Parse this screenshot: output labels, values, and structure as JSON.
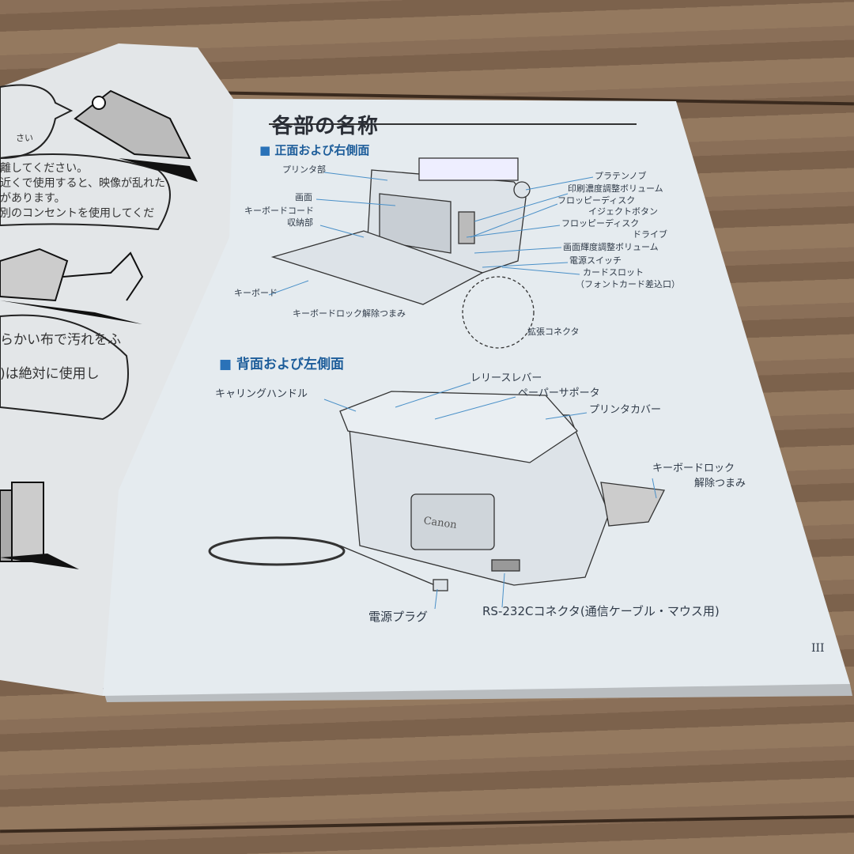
{
  "left_page": {
    "lines": [
      "さい",
      "離してください。",
      "近くで使用すると、映像が乱れた",
      "があります。",
      "別のコンセントを使用してくだ",
      "らかい布で汚れをふ",
      ")は絶対に使用し"
    ]
  },
  "right_page": {
    "title": "各部の名称",
    "front_heading": "正面および右側面",
    "front_labels": [
      "プリンタ部",
      "画面",
      "キーボードコード",
      "収納部",
      "キーボード",
      "キーボードロック解除つまみ",
      "拡張コネクタ",
      "プラテンノブ",
      "印刷濃度調整ボリューム",
      "フロッピーディスク",
      "イジェクトボタン",
      "フロッピーディスク",
      "ドライブ",
      "画面輝度調整ボリューム",
      "電源スイッチ",
      "カードスロット",
      "（フォントカード差込口）"
    ],
    "back_heading": "背面および左側面",
    "back_labels": [
      "レリースレバー",
      "ペーパーサポータ",
      "キャリングハンドル",
      "プリンタカバー",
      "キーボードロック",
      "解除つまみ",
      "電源プラグ",
      "RS-232Cコネクタ(通信ケーブル・マウス用)"
    ],
    "device_logo": "Canon",
    "page_number": "III"
  },
  "colors": {
    "page": "#e6ecf0",
    "accent": "#2a72b8",
    "wood": "#8a6f58",
    "leader": "#4a90c8"
  }
}
